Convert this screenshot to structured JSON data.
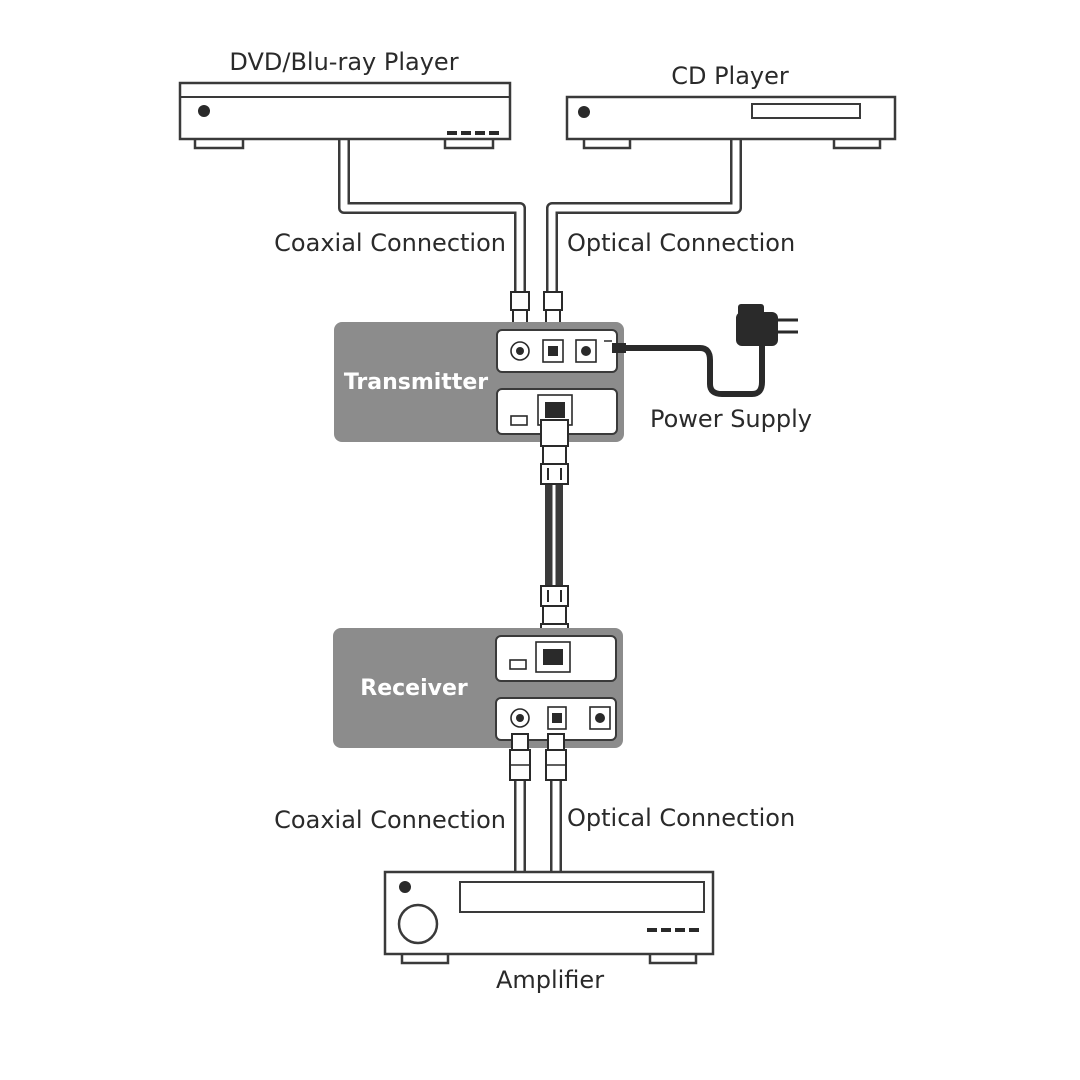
{
  "devices": {
    "dvd_player": "DVD/Blu-ray Player",
    "cd_player": "CD Player",
    "amplifier": "Amplifier"
  },
  "units": {
    "transmitter": "Transmitter",
    "receiver": "Receiver"
  },
  "connections": {
    "top_coaxial": "Coaxial Connection",
    "top_optical": "Optical Connection",
    "bottom_coaxial": "Coaxial Connection",
    "bottom_optical": "Optical Connection",
    "power_supply": "Power Supply"
  }
}
